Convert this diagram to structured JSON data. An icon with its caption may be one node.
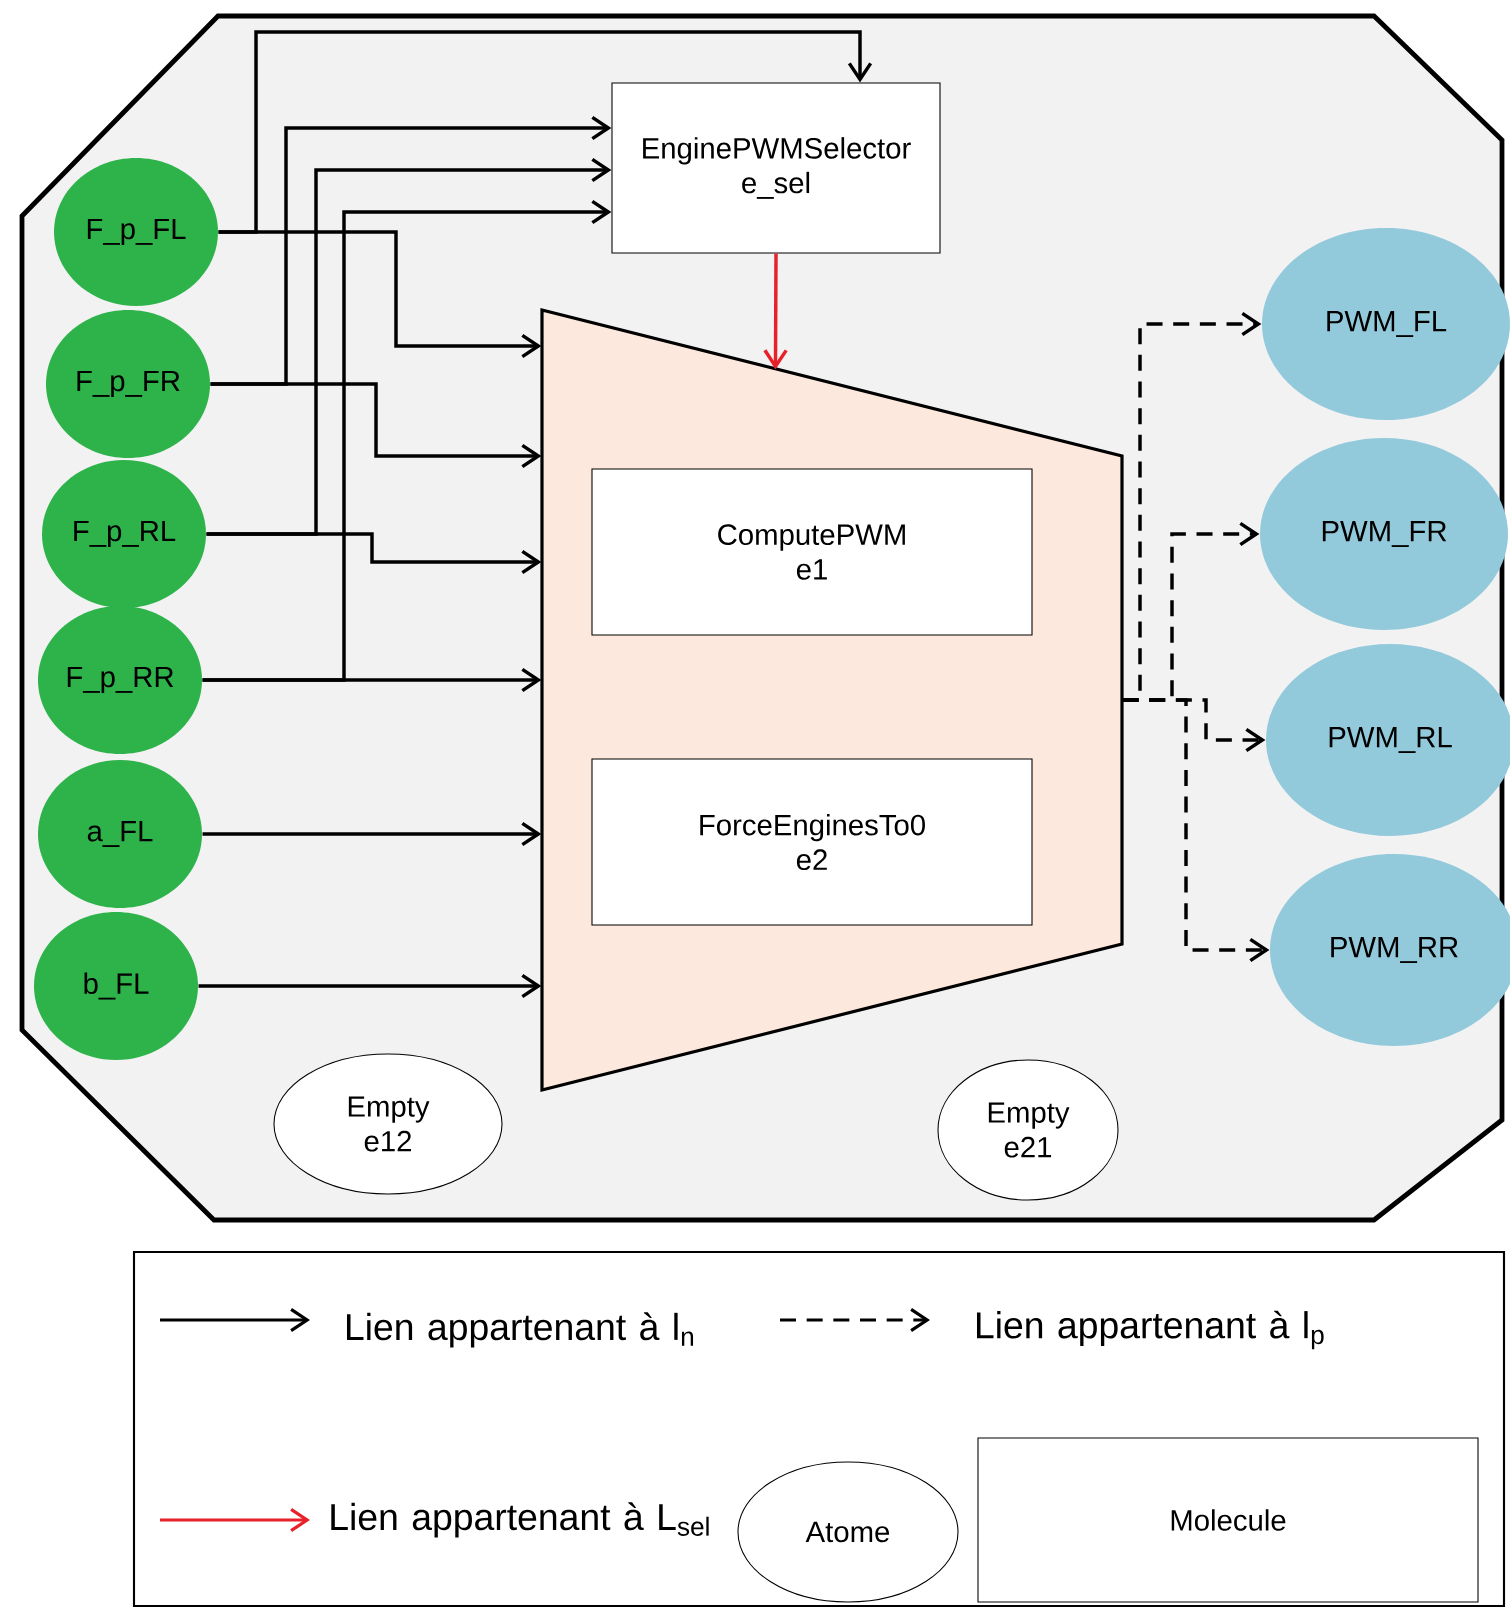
{
  "diagram": {
    "nodes": [
      {
        "text": [],
        "shape": "octagon"
      },
      {
        "text": [
          "EnginePWMSelector",
          "e_sel"
        ],
        "in": 0
      },
      {
        "text": [],
        "shape": "trapezoid",
        "in": 0
      },
      {
        "text": [
          "ComputePWM",
          "e1"
        ],
        "in": 2
      },
      {
        "text": [
          "ForceEnginesTo0",
          "e2"
        ],
        "in": 2
      },
      {
        "text": [
          "F_p_FL"
        ],
        "in": 0
      },
      {
        "text": [
          "F_p_FR"
        ],
        "in": 0
      },
      {
        "text": [
          "F_p_RL"
        ],
        "in": 0
      },
      {
        "text": [
          "F_p_RR"
        ],
        "in": 0
      },
      {
        "text": [
          "a_FL"
        ],
        "in": 0
      },
      {
        "text": [
          "b_FL"
        ],
        "in": 0
      },
      {
        "text": [
          "PWM_FL"
        ],
        "in": 0
      },
      {
        "text": [
          "PWM_FR"
        ],
        "in": 0
      },
      {
        "text": [
          "PWM_RL"
        ],
        "in": 0
      },
      {
        "text": [
          "PWM_RR"
        ],
        "in": 0
      },
      {
        "text": [
          "Empty",
          "e12"
        ],
        "in": 0
      },
      {
        "text": [
          "Empty",
          "e21"
        ],
        "in": 0
      }
    ],
    "edges": [
      {
        "from": 5,
        "to": 1,
        "arrow": "to"
      },
      {
        "from": 5,
        "to": 2,
        "arrow": "to"
      },
      {
        "from": 6,
        "to": 1,
        "arrow": "to"
      },
      {
        "from": 6,
        "to": 2,
        "arrow": "to"
      },
      {
        "from": 7,
        "to": 1,
        "arrow": "to"
      },
      {
        "from": 7,
        "to": 2,
        "arrow": "to"
      },
      {
        "from": 8,
        "to": 1,
        "arrow": "to"
      },
      {
        "from": 8,
        "to": 2,
        "arrow": "to"
      },
      {
        "from": 9,
        "to": 2,
        "arrow": "to"
      },
      {
        "from": 10,
        "to": 2,
        "arrow": "to"
      },
      {
        "from": 1,
        "to": 2,
        "arrow": "to",
        "color": "#e8202a"
      },
      {
        "from": 2,
        "to": 11,
        "arrow": "to",
        "style": "dashed"
      },
      {
        "from": 2,
        "to": 12,
        "arrow": "to",
        "style": "dashed"
      },
      {
        "from": 2,
        "to": 13,
        "arrow": "to",
        "style": "dashed"
      },
      {
        "from": 2,
        "to": 14,
        "arrow": "to",
        "style": "dashed"
      }
    ],
    "legend": [
      {
        "text": "Lien appartenant à l$_{n}$"
      },
      {
        "text": "Lien appartenant à l$_{p}$"
      },
      {
        "text": "Lien appartenant à L$_{sel}$"
      },
      {
        "text": "Atome"
      },
      {
        "text": "Molecule"
      }
    ]
  }
}
